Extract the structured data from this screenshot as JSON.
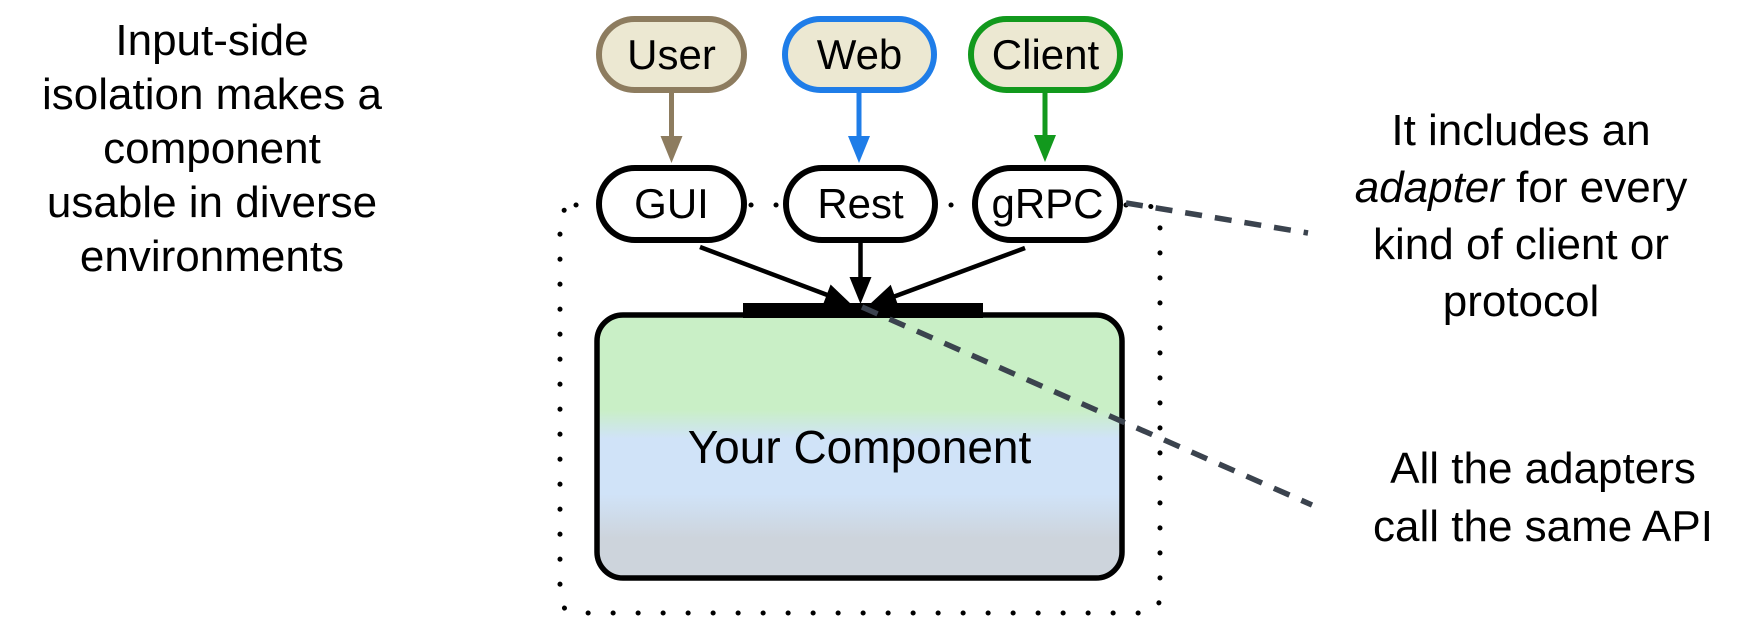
{
  "left_note": {
    "text": "Input-side\nisolation makes a\ncomponent\nusable in diverse\nenvironments"
  },
  "actors": [
    {
      "label": "User",
      "color": "#8d7c5f"
    },
    {
      "label": "Web",
      "color": "#1f7de8"
    },
    {
      "label": "Client",
      "color": "#12991d"
    }
  ],
  "adapters": [
    {
      "label": "GUI"
    },
    {
      "label": "Rest"
    },
    {
      "label": "gRPC"
    }
  ],
  "component": {
    "label": "Your Component"
  },
  "annotation_adapter": {
    "part1": "It includes an\n",
    "italic_word": "adapter",
    "part2": " for every\nkind of client or\nprotocol"
  },
  "annotation_api": {
    "text": "All the adapters\ncall the same API"
  },
  "colors": {
    "actor_fill": "#ece8d2",
    "user_accent": "#8d7c5f",
    "web_accent": "#1f7de8",
    "client_accent": "#12991d",
    "adapter_border": "#000000",
    "adapter_fill": "#ffffff",
    "leader_line": "#3b434e",
    "boundary_dots": "#000000",
    "api_bar": "#000000",
    "component_gradient_top": "#c9efc6",
    "component_gradient_middle": "#d0e3f8",
    "component_gradient_bottom": "#cdd4dc"
  }
}
